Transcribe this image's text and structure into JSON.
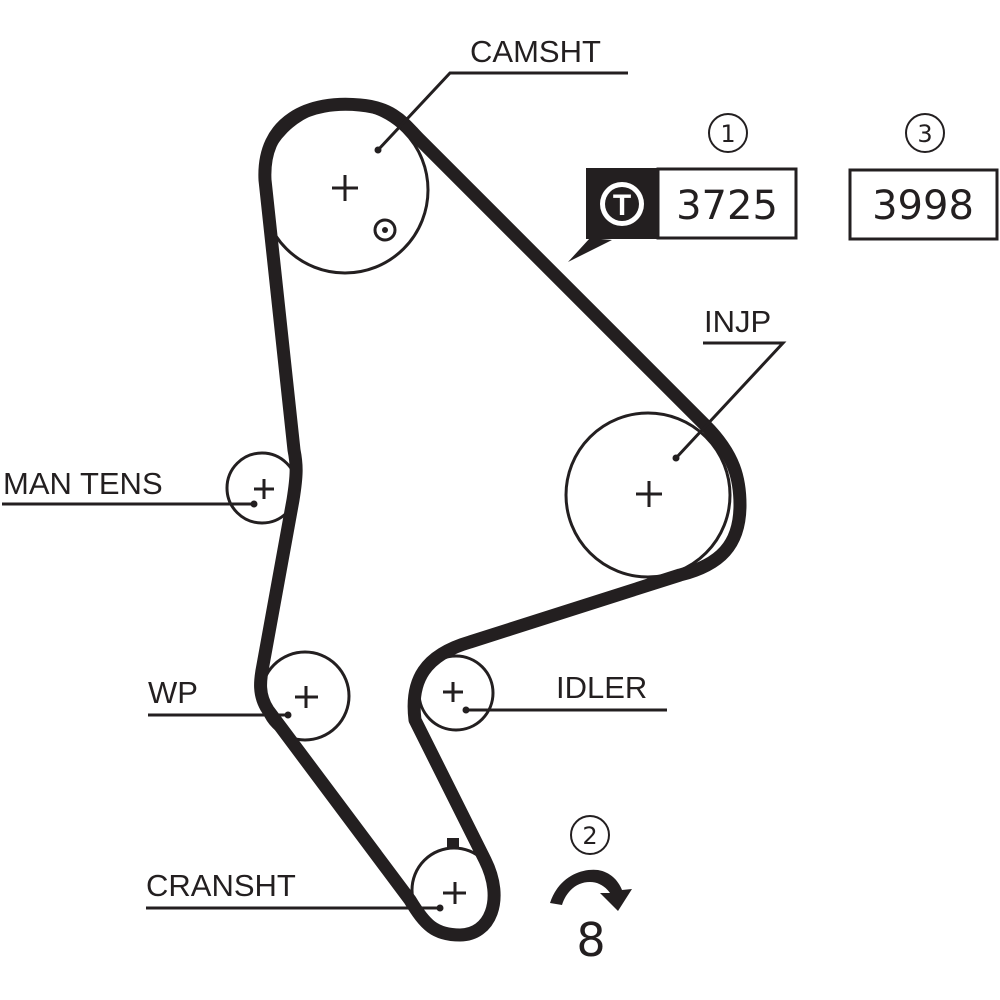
{
  "diagram": {
    "type": "timing-belt-routing",
    "colors": {
      "ink": "#231f20",
      "background": "#ffffff"
    },
    "pulleys": [
      {
        "id": "camshaft",
        "label": "CAMSHT",
        "has_timing_mark": true
      },
      {
        "id": "injection-pump",
        "label": "INJP"
      },
      {
        "id": "manual-tensioner",
        "label": "MAN TENS"
      },
      {
        "id": "water-pump",
        "label": "WP"
      },
      {
        "id": "idler",
        "label": "IDLER"
      },
      {
        "id": "crankshaft",
        "label": "CRANSHT",
        "has_timing_mark": true
      }
    ],
    "callouts": [
      {
        "marker": "1",
        "icon": "tensioner-T-icon",
        "icon_text": "T",
        "value": "3725"
      },
      {
        "marker": "3",
        "value": "3998"
      }
    ],
    "rotation": {
      "marker": "2",
      "direction": "clockwise",
      "value": "8"
    }
  }
}
